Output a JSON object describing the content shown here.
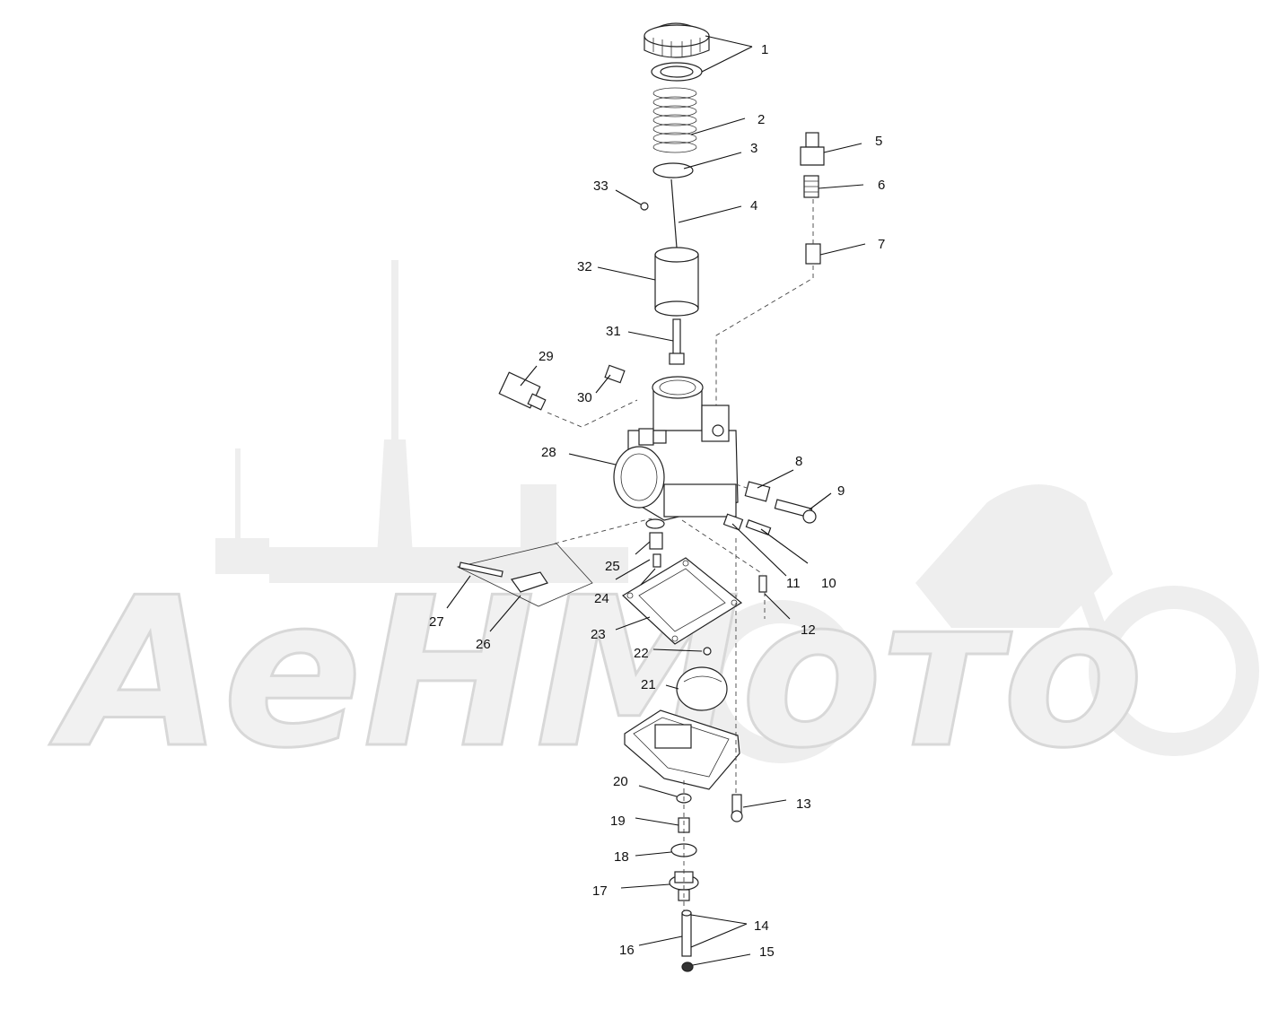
{
  "watermark": {
    "text": "AeHMoтo",
    "color": "#e6e6e6"
  },
  "part_numbers": [
    "1",
    "2",
    "3",
    "4",
    "5",
    "6",
    "7",
    "8",
    "9",
    "10",
    "11",
    "12",
    "13",
    "14",
    "15",
    "16",
    "17",
    "18",
    "19",
    "20",
    "21",
    "22",
    "23",
    "24",
    "25",
    "26",
    "27",
    "28",
    "29",
    "30",
    "31",
    "32",
    "33"
  ],
  "colors": {
    "line": "#111111",
    "background": "#ffffff"
  }
}
